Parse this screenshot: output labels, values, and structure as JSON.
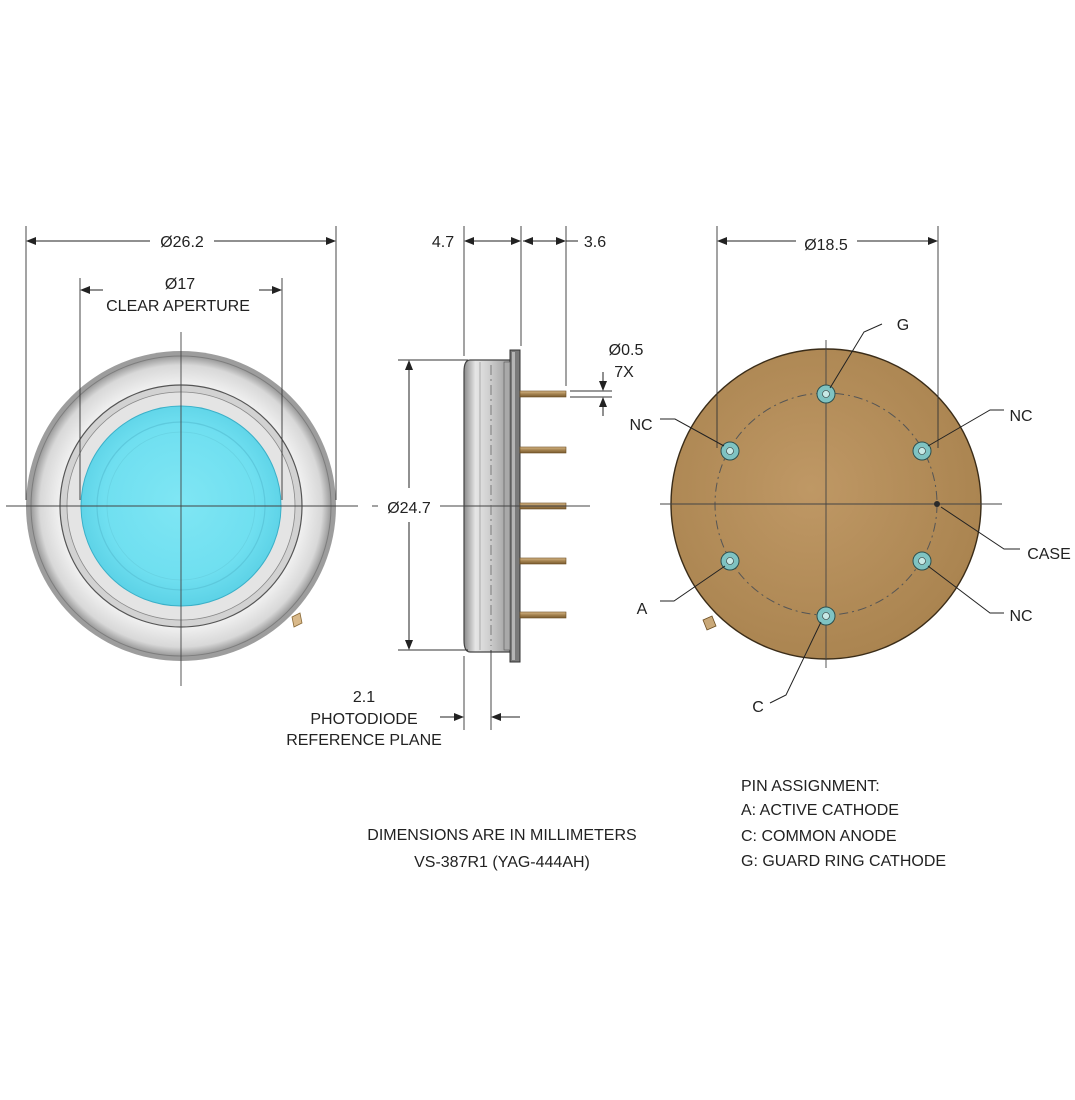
{
  "front_view": {
    "outer_diameter_label": "Ø26.2",
    "aperture_diameter_label": "Ø17",
    "aperture_caption": "CLEAR APERTURE"
  },
  "side_view": {
    "left_width_label": "4.7",
    "right_width_label": "3.6",
    "pin_diameter_label": "Ø0.5",
    "pin_count_label": "7X",
    "body_diameter_label": "Ø24.7",
    "reference_offset_label": "2.1",
    "reference_caption_line1": "PHOTODIODE",
    "reference_caption_line2": "REFERENCE PLANE"
  },
  "rear_view": {
    "pin_circle_diameter_label": "Ø18.5",
    "pin_labels": {
      "g": "G",
      "nc_top_left": "NC",
      "nc_top_right": "NC",
      "case": "CASE",
      "a": "A",
      "nc_bottom_right": "NC",
      "c": "C"
    }
  },
  "notes": {
    "units": "DIMENSIONS ARE IN MILLIMETERS",
    "part_number": "VS-387R1 (YAG-444AH)"
  },
  "pin_assignment": {
    "title": "PIN ASSIGNMENT:",
    "items": [
      "A: ACTIVE CATHODE",
      "C: COMMON ANODE",
      "G: GUARD RING CATHODE"
    ]
  },
  "colors": {
    "window": "#6fdff0",
    "rear_face": "#b8915e",
    "metal": "#c9c9c9"
  }
}
